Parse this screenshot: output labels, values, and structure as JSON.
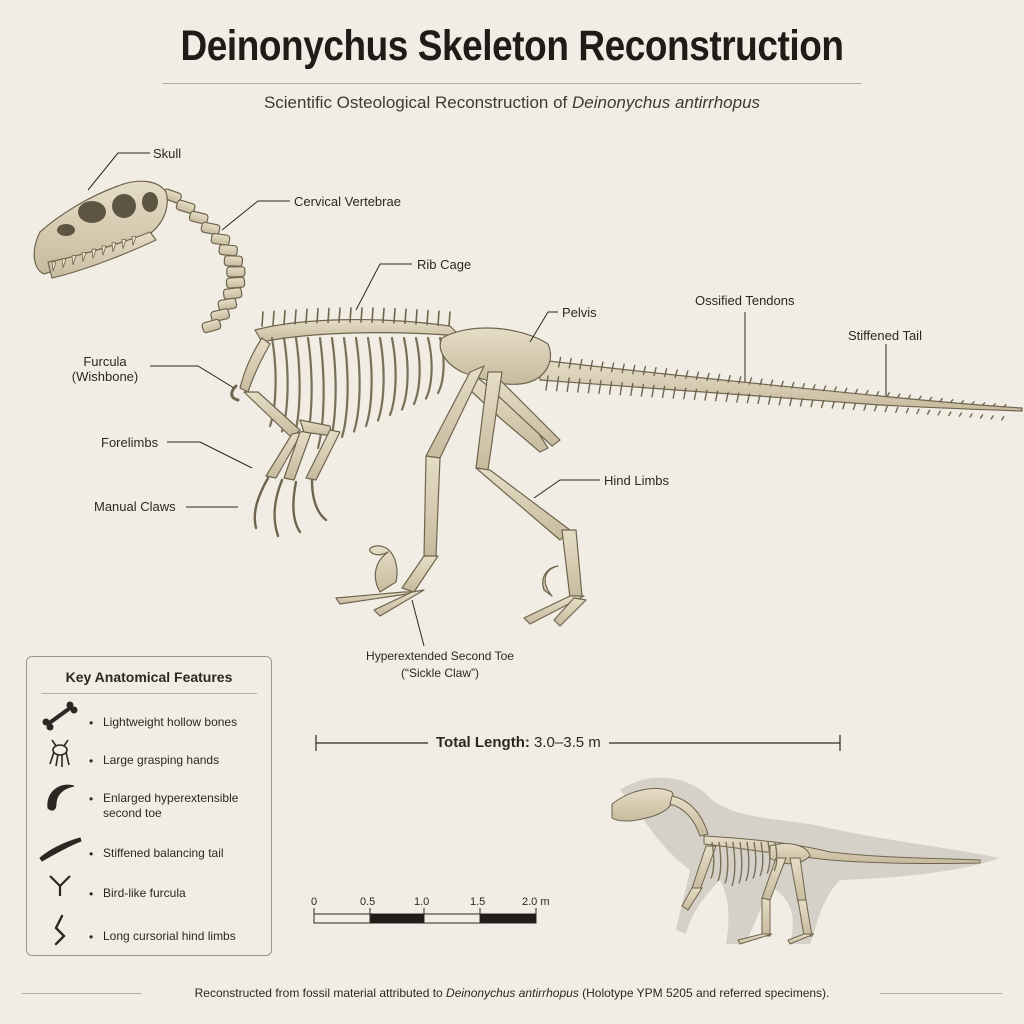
{
  "header": {
    "title": "Deinonychus Skeleton Reconstruction",
    "subtitle_prefix": "Scientific Osteological Reconstruction of ",
    "subtitle_species": "Deinonychus antirrhopus"
  },
  "labels": {
    "skull": "Skull",
    "cervical": "Cervical Vertebrae",
    "ribcage": "Rib Cage",
    "pelvis": "Pelvis",
    "tendons": "Ossified Tendons",
    "tail": "Stiffened Tail",
    "furcula": "Furcula",
    "furcula_sub": "(Wishbone)",
    "forelimbs": "Forelimbs",
    "claws": "Manual Claws",
    "hindlimbs": "Hind Limbs",
    "toe_line1": "Hyperextended Second Toe",
    "toe_line2": "(“Sickle Claw”)"
  },
  "legend": {
    "title": "Key Anatomical Features",
    "items": [
      {
        "icon": "bone-icon",
        "text": "Lightweight hollow bones"
      },
      {
        "icon": "hand-icon",
        "text": "Large grasping hands"
      },
      {
        "icon": "sickle-claw-icon",
        "text": "Enlarged hyperextensible second toe"
      },
      {
        "icon": "tail-icon",
        "text": "Stiffened balancing tail"
      },
      {
        "icon": "furcula-icon",
        "text": "Bird-like furcula"
      },
      {
        "icon": "hindlimb-icon",
        "text": "Long cursorial hind limbs"
      }
    ]
  },
  "measure": {
    "length_label": "Total Length:",
    "length_value": "3.0–3.5 m"
  },
  "scale_bar": {
    "ticks": [
      "0",
      "0.5",
      "1.0",
      "1.5",
      "2.0 m"
    ]
  },
  "footer": {
    "prefix": "Reconstructed from fossil material attributed to ",
    "species": "Deinonychus antirrhopus",
    "suffix": " (Holotype YPM 5205 and referred specimens)."
  },
  "colors": {
    "background": "#f1ede4",
    "bone": "#d9cfb7",
    "bone_shade": "#8a7f68",
    "ink": "#2b2824",
    "silhouette": "#d2cdc4"
  }
}
